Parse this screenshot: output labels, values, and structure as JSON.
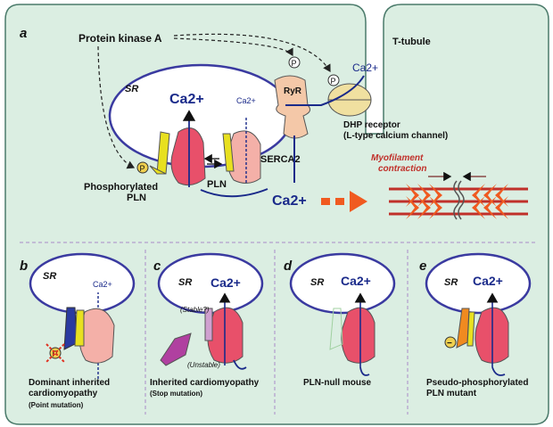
{
  "colors": {
    "cell_fill": "#dbeee2",
    "cell_stroke": "#4a7a6a",
    "sr_fill": "#ffffff",
    "sr_stroke": "#3a3aa0",
    "serca_fill": "#e8506a",
    "serca_light": "#f4b0a8",
    "pln_yellow": "#e8e020",
    "ryr_fill": "#f4c8a8",
    "dhp_fill": "#f0e0a0",
    "myofilament": "#c0302a",
    "myofilament_arrow": "#f05a20",
    "calcium_blue": "#1a2a8a",
    "red_cross": "#e03020"
  },
  "panel_a": {
    "letter": "a",
    "sr_label": "SR",
    "pka_label": "Protein kinase A",
    "ttubule_label": "T-tubule",
    "ca_top_right": "Ca2+",
    "ryr_label": "RyR",
    "phospho_marker": "P",
    "ca_large_left": "Ca2+",
    "ca_small_mid": "Ca2+",
    "serca_label": "SERCA2",
    "phospho_pln_line1": "Phosphorylated",
    "phospho_pln_line2": "PLN",
    "pln_label": "PLN",
    "ca_bottom": "Ca2+",
    "dhp_line1": "DHP receptor",
    "dhp_line2": "(L-type calcium channel)",
    "myofilament_line1": "Myofilament",
    "myofilament_line2": "contraction"
  },
  "panel_b": {
    "letter": "b",
    "sr_label": "SR",
    "ca_label": "Ca2+",
    "phospho_marker": "P",
    "caption_line1": "Dominant inherited",
    "caption_line2": "cardiomyopathy",
    "caption_line3": "(Point mutation)"
  },
  "panel_c": {
    "letter": "c",
    "sr_label": "SR",
    "ca_label": "Ca2+",
    "stable_label": "(Stable?)",
    "unstable_label": "(Unstable)",
    "caption_line1": "Inherited cardiomyopathy",
    "caption_line2": "(Stop mutation)"
  },
  "panel_d": {
    "letter": "d",
    "sr_label": "SR",
    "ca_label": "Ca2+",
    "caption_line1": "PLN-null mouse"
  },
  "panel_e": {
    "letter": "e",
    "sr_label": "SR",
    "ca_label": "Ca2+",
    "minus_marker": "−",
    "caption_line1": "Pseudo-phosphorylated",
    "caption_line2": "PLN mutant"
  }
}
